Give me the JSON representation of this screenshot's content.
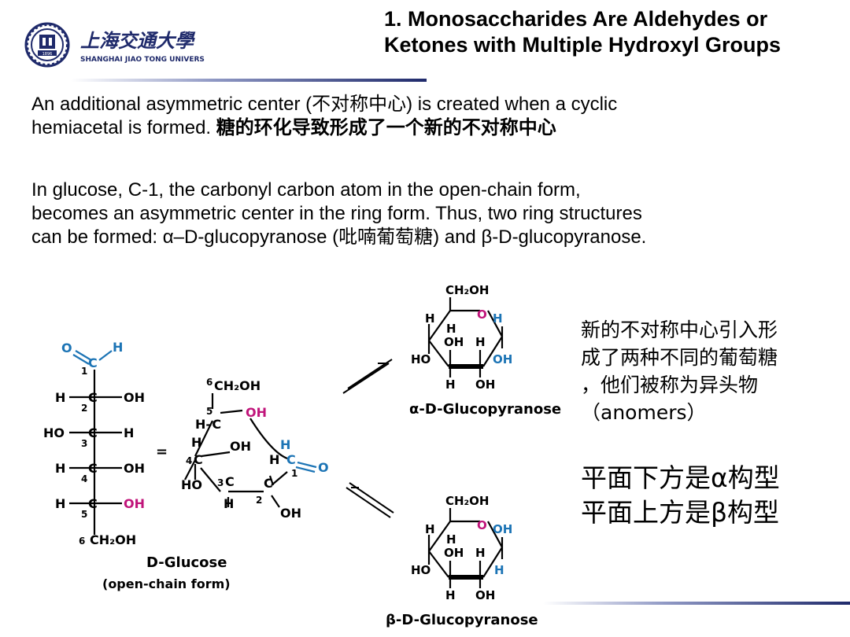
{
  "logo": {
    "name_cn": "上海交通大學",
    "name_en": "SHANGHAI JIAO TONG UNIVERSITY",
    "year": "1896"
  },
  "header": {
    "title_line1": "1. Monosaccharides Are Aldehydes or",
    "title_line2": "Ketones with Multiple Hydroxyl Groups"
  },
  "paragraph1": {
    "line1": "An additional asymmetric center (不对称中心) is created when a cyclic",
    "line2_normal": "hemiacetal is formed. ",
    "line2_bold": "糖的环化导致形成了一个新的不对称中心"
  },
  "paragraph2": {
    "line1": "In glucose, C-1, the carbonyl carbon atom in the open-chain form,",
    "line2": "becomes an asymmetric center in the ring form. Thus, two ring structures",
    "line3": "can be formed: α–D-glucopyranose (吡喃葡萄糖) and β-D-glucopyranose."
  },
  "diagram": {
    "open_chain": {
      "c1_o": "O",
      "c1_h": "H",
      "h": "H",
      "oh": "OH",
      "ho": "HO",
      "c": "C",
      "n1": "1",
      "n2": "2",
      "n3": "3",
      "n4": "4",
      "n5": "5",
      "n6": "6",
      "ch2oh": "CH₂OH",
      "name": "D-Glucose",
      "subtitle": "(open-chain form)"
    },
    "equals": "=",
    "intermediate": {
      "n6": "6",
      "n5": "5",
      "n4": "4",
      "n3": "3",
      "n2": "2",
      "n1": "1",
      "ch2oh": "CH₂OH",
      "oh": "OH",
      "ho": "HO",
      "h": "H",
      "c": "C",
      "o": "O",
      "hc": "H–C"
    },
    "alpha": {
      "ch2oh": "CH₂OH",
      "o": "O",
      "h": "H",
      "oh": "OH",
      "ho": "HO",
      "name": "α-D-Glucopyranose"
    },
    "beta": {
      "ch2oh": "CH₂OH",
      "o": "O",
      "h": "H",
      "oh": "OH",
      "ho": "HO",
      "name": "β-D-Glucopyranose"
    }
  },
  "note": {
    "line1": "新的不对称中心引入形",
    "line2": "成了两种不同的葡萄糖",
    "line3": "，他们被称为异头物",
    "line4": "（anomers）"
  },
  "config": {
    "line1": "平面下方是α构型",
    "line2": "平面上方是β构型"
  },
  "colors": {
    "blue": "#1c74b5",
    "magenta": "#c0147a",
    "navy": "#1f2a6b"
  }
}
